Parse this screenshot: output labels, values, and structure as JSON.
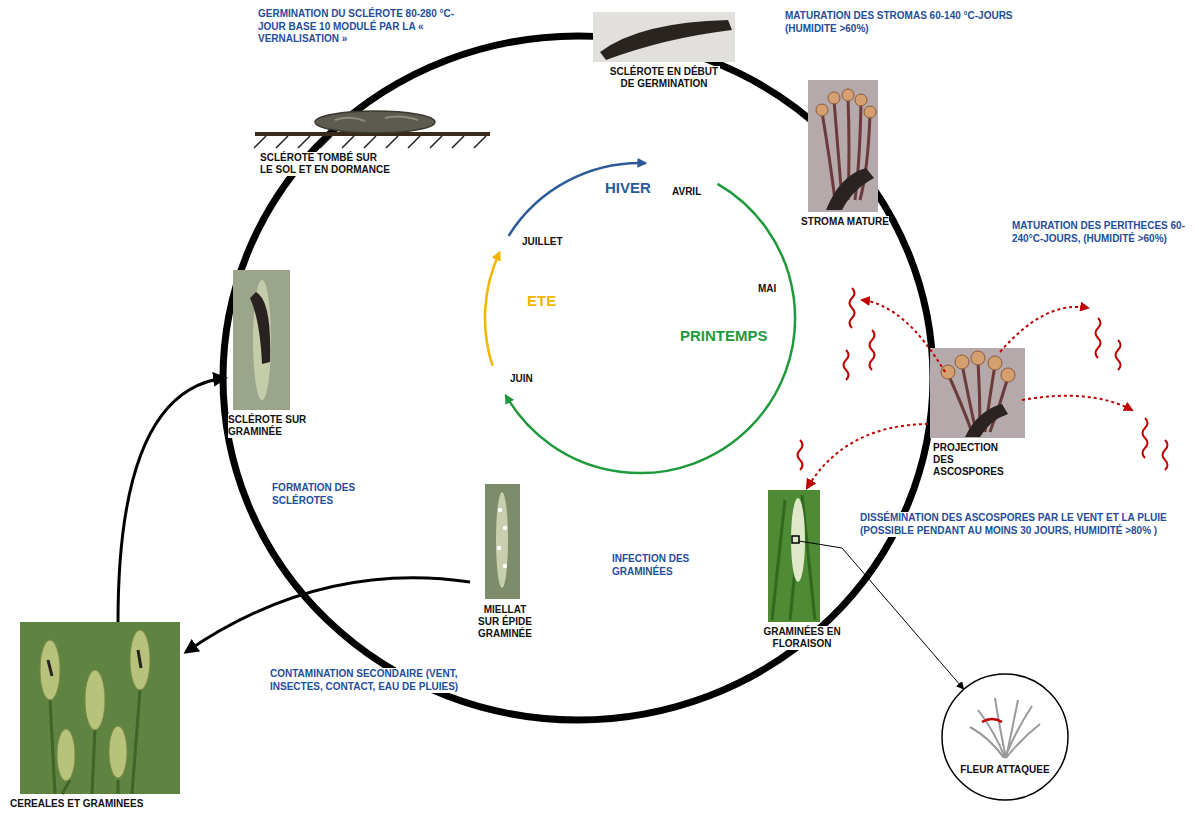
{
  "diagram": {
    "nodes": [
      {
        "text": [
          "SCLÉROTE TOMBÉ SUR LE SOL ET EN DORMANCE"
        ]
      },
      {
        "text": [
          "SCLÉROTE EN DÉBUT DE GERMINATION"
        ]
      },
      {
        "text": [
          "STROMA MATURE"
        ]
      },
      {
        "text": [
          "PROJECTION DES ASCOSPORES"
        ]
      },
      {
        "text": [
          "GRAMINÉES EN FLORAISON"
        ]
      },
      {
        "text": [
          "FLEUR ATTAQUEE"
        ]
      },
      {
        "text": [
          "MIELLAT SUR ÉPIDE GRAMINÉE"
        ]
      },
      {
        "text": [
          "CEREALES ET GRAMINEES"
        ]
      },
      {
        "text": [
          "SCLÉROTE SUR GRAMINÉE"
        ]
      }
    ],
    "edges": [
      {
        "from": 6,
        "to": 7,
        "arrow": "to"
      },
      {
        "from": 7,
        "to": 8,
        "arrow": "to"
      },
      {
        "from": 3,
        "to": 4,
        "arrow": "to"
      },
      {
        "from": 4,
        "to": 5,
        "arrow": "to"
      }
    ],
    "labels": [
      "GERMINATION DU SCLÉROTE 80-280 °C-JOUR BASE 10 MODULÉ PAR LA « VERNALISATION »",
      "MATURATION DES STROMAS 60-140 °C-JOURS (HUMIDITE >60%)",
      "MATURATION DES PERITHECES 60-240°C-JOURS, (HUMIDITÉ >60%)",
      "DISSÉMINATION DES ASCOSPORES PAR LE VENT ET LA PLUIE (POSSIBLE PENDANT AU MOINS 30 JOURS, HUMIDITÉ >80% )",
      "INFECTION DES GRAMINÉES",
      "CONTAMINATION SECONDAIRE (VENT, INSECTES, CONTACT, EAU DE PLUIES)",
      "FORMATION DES SCLÉROTES",
      "HIVER",
      "AVRIL",
      "MAI",
      "PRINTEMPS",
      "JUIN",
      "ETE",
      "JUILLET"
    ]
  }
}
